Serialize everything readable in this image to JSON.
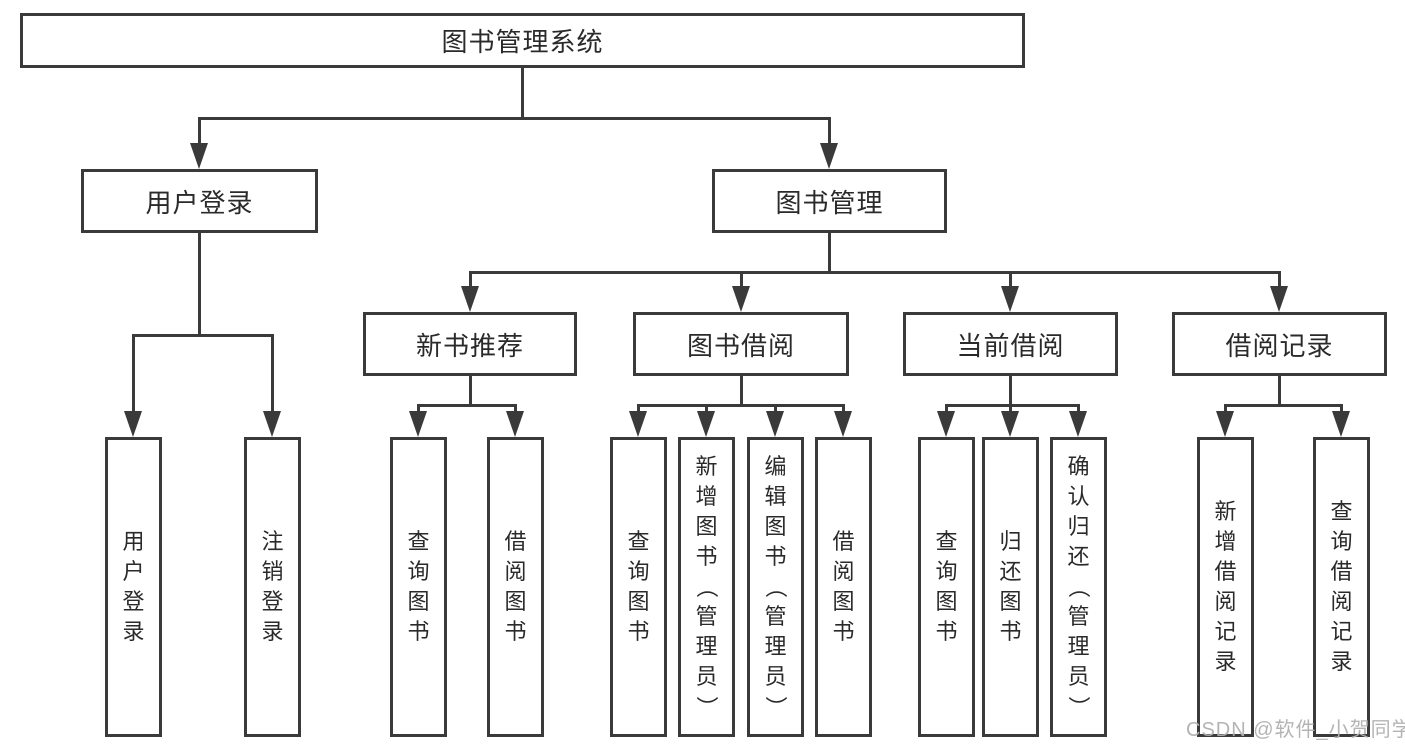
{
  "diagram": {
    "nodes": {
      "root": "图书管理系统",
      "user_login": "用户登录",
      "book_mgmt": "图书管理",
      "new_book": "新书推荐",
      "book_borrow": "图书借阅",
      "current_borrow": "当前借阅",
      "borrow_record": "借阅记录",
      "user_login_login": "用户登录",
      "user_login_logout": "注销登录",
      "new_book_query": "查询图书",
      "new_book_borrow": "借阅图书",
      "borrow_query": "查询图书",
      "borrow_add": "新增图书（管理员）",
      "borrow_edit": "编辑图书（管理员）",
      "borrow_do": "借阅图书",
      "current_query": "查询图书",
      "current_return": "归还图书",
      "current_confirm": "确认归还（管理员）",
      "record_add": "新增借阅记录",
      "record_query": "查询借阅记录"
    },
    "watermark": "CSDN @软件_小贺同学",
    "colors": {
      "line": "#3a3a3a",
      "text": "#2a2a2a",
      "watermark": "#b0b0b0",
      "background": "#ffffff"
    }
  }
}
